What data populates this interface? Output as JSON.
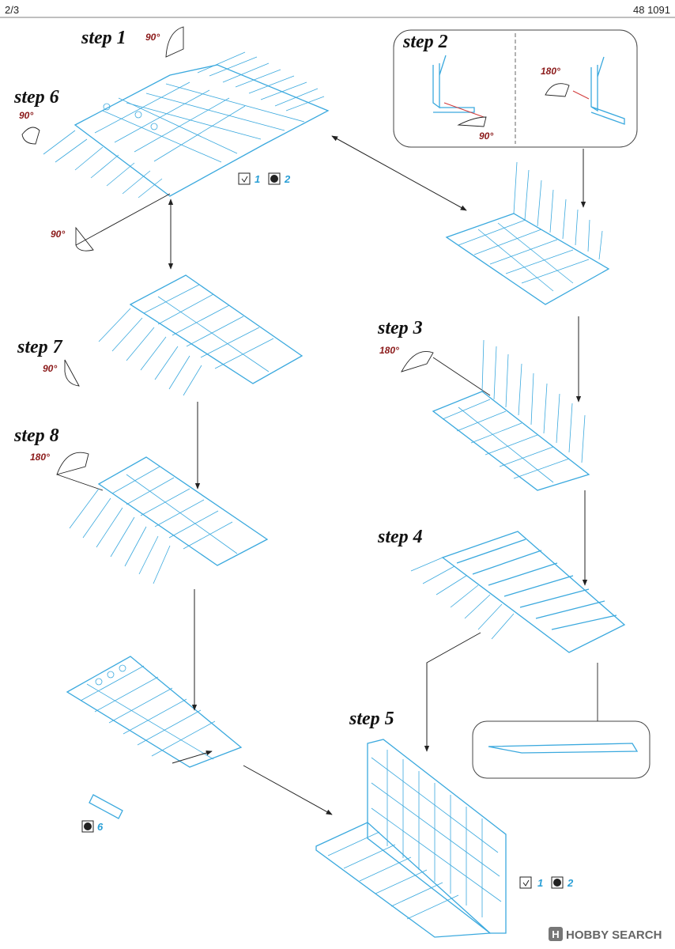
{
  "header": {
    "page": "2/3",
    "code": "48 1091"
  },
  "steps": {
    "s1": {
      "label": "step 1",
      "angle": "90°"
    },
    "s2": {
      "label": "step 2",
      "angle_a": "180°",
      "angle_b": "90°"
    },
    "s3": {
      "label": "step 3",
      "angle": "180°"
    },
    "s4": {
      "label": "step 4"
    },
    "s5": {
      "label": "step 5"
    },
    "s6": {
      "label": "step 6",
      "angle": "90°"
    },
    "s7": {
      "label": "step 7",
      "angle": "90°"
    },
    "s8": {
      "label": "step 8",
      "angle": "180°"
    },
    "extra_angle": "90°"
  },
  "callouts": {
    "top_bend": "1",
    "top_paint": "2",
    "bottom_bend": "1",
    "bottom_paint": "2",
    "part_paint": "6"
  },
  "watermark": {
    "text": "HOBBY SEARCH"
  },
  "colors": {
    "part": "#3ba9de",
    "angle": "#8b1a1a",
    "callout": "#2a9fd6"
  }
}
